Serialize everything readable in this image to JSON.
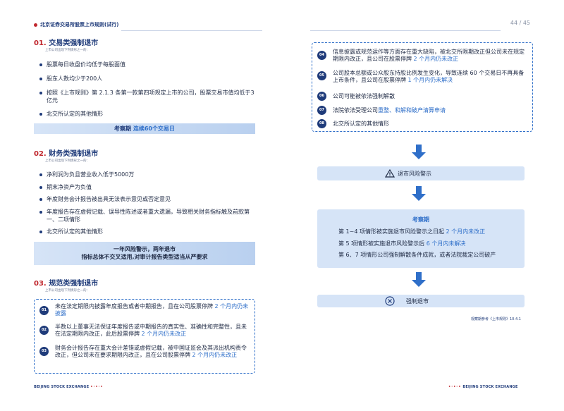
{
  "header": {
    "title": "北京证券交易所股票上市规则(试行)",
    "page": "44 / 45"
  },
  "sections": [
    {
      "num": "01.",
      "title": "交易类强制退市",
      "subtitle": "上市公司出现下列情形之一的：",
      "items": [
        "股票每日收盘价均低于每股面值",
        "股东人数均少于200人",
        "按照《上市规则》第 2.1.3 条第一款第四项规定上市的公司，股票交易市值均低于3亿元",
        "北交所认定的其他情形"
      ],
      "note_prefix": "考察期",
      "note_highlight": "连续60个交易日"
    },
    {
      "num": "02.",
      "title": "财务类强制退市",
      "subtitle": "上市公司出现下列情形之一的：",
      "items": [
        "净利润为负且营业收入低于5000万",
        "期末净资产为负值",
        "年度财务会计报告被出具无法表示意见或否定意见",
        "年度报告存在虚假记载、误导性陈述或者重大遗漏，导致相关财务指标触及前款第一、二项情形",
        "北交所认定的其他情形"
      ],
      "note_line1": "一年风险警示，两年退市",
      "note_line2": "指标总体不交叉适用,对审计报告类型适当从严要求"
    },
    {
      "num": "03.",
      "title": "规范类强制退市",
      "subtitle": "上市公司出现下列情形之一的：",
      "items": [
        {
          "n": "01",
          "text": "未在法定期限内披露年度报告或者中期报告，且在公司股票停牌 ",
          "hl": "2 个月内仍未披露",
          "tail": ""
        },
        {
          "n": "02",
          "text": "半数以上董事无法保证年度报告或中期报告的真实性、准确性和完整性，且未在法定期限内改正，此后股票停牌 ",
          "hl": "2 个月内仍未改正",
          "tail": ""
        },
        {
          "n": "03",
          "text": "财务会计报告存在重大会计差错或虚假记载，被中国证监会及其派出机构责令改正，但公司未在要求期限内改正，且在公司股票停牌 ",
          "hl": "2 个月内仍未改正",
          "tail": ""
        },
        {
          "n": "04",
          "text": "信息披露或规范运作等方面存在重大缺陷，被北交所限期改正但公司未在规定期限内改正，且公司在股票停牌 ",
          "hl": "2 个月内仍未改正",
          "tail": ""
        },
        {
          "n": "05",
          "text": "公司股本总额或公众股东持股比例发生变化，导致连续 60 个交易日不再具备上市条件，且公司在股票停牌 ",
          "hl": "1 个月内仍未解决",
          "tail": ""
        },
        {
          "n": "06",
          "text": "公司可能被依法强制解散",
          "hl": "",
          "tail": ""
        },
        {
          "n": "07",
          "text": "法院依法受理公司",
          "hl": "重整、和解和破产清算申请",
          "tail": ""
        },
        {
          "n": "08",
          "text": "北交所认定的其他情形",
          "hl": "",
          "tail": ""
        }
      ]
    }
  ],
  "flow": {
    "risk_label": "退市风险警示",
    "period_title": "考察期",
    "period_lines": [
      {
        "text": "第 1~4 项情形被实施退市风险警示之日起 ",
        "hl": "2 个月内未改正",
        "tail": ""
      },
      {
        "text": "第 5 项情形被实施退市风险警示后 ",
        "hl": "6 个月内未解决",
        "tail": ""
      },
      {
        "text": "第 6、7 项情形公司强制解散条件成就，或者法院裁定公司破产",
        "hl": "",
        "tail": ""
      }
    ],
    "final_label": "强制退市",
    "reference": "观察期参考《上市规则》10.4.1"
  },
  "footer": {
    "left": "BEIJING STOCK EXCHANGE",
    "right": "BEIJING STOCK EXCHANGE"
  },
  "icons": {
    "warning": "warning-icon",
    "close": "close-circle-icon",
    "arrow": "arrow-down-icon"
  },
  "colors": {
    "navy": "#1f3b7a",
    "accent_blue": "#2f6fc9",
    "red": "#c0272d",
    "light_blue": "#d6e4f7"
  }
}
